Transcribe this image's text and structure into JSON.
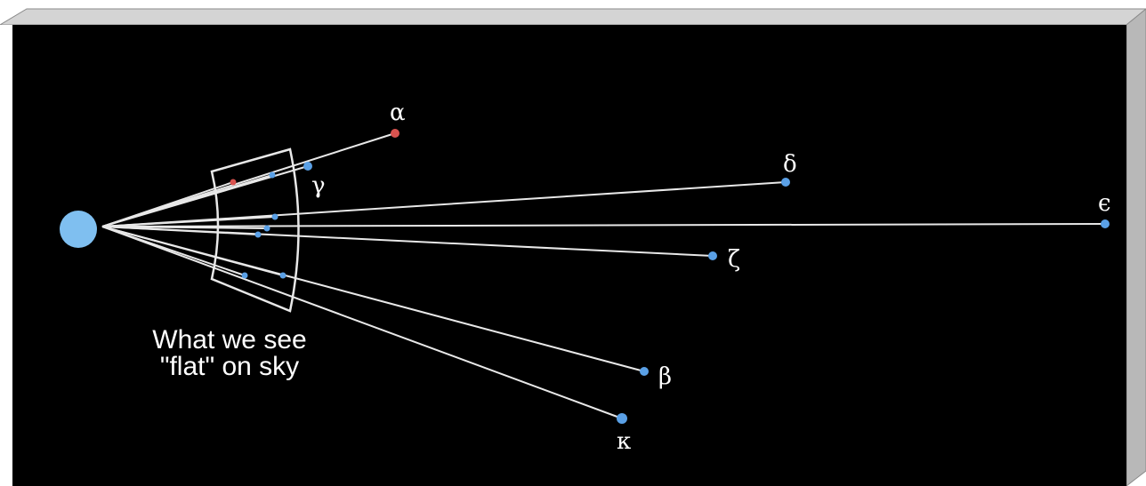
{
  "caption": {
    "line1": "What we see",
    "line2": "\"flat\" on sky"
  },
  "stars": [
    {
      "key": "alpha",
      "label": "α",
      "color": "#d9534f"
    },
    {
      "key": "gamma",
      "label": "γ",
      "color": "#5aa0e6"
    },
    {
      "key": "delta",
      "label": "δ",
      "color": "#5aa0e6"
    },
    {
      "key": "epsilon",
      "label": "ϵ",
      "color": "#5aa0e6"
    },
    {
      "key": "zeta",
      "label": "ζ",
      "color": "#5aa0e6"
    },
    {
      "key": "beta",
      "label": "β",
      "color": "#5aa0e6"
    },
    {
      "key": "kappa",
      "label": "κ",
      "color": "#5aa0e6"
    }
  ],
  "colors": {
    "background": "#000000",
    "lines": "#e8e8e8",
    "observer": "#7fbff0",
    "frame": "#c8c8c8"
  }
}
